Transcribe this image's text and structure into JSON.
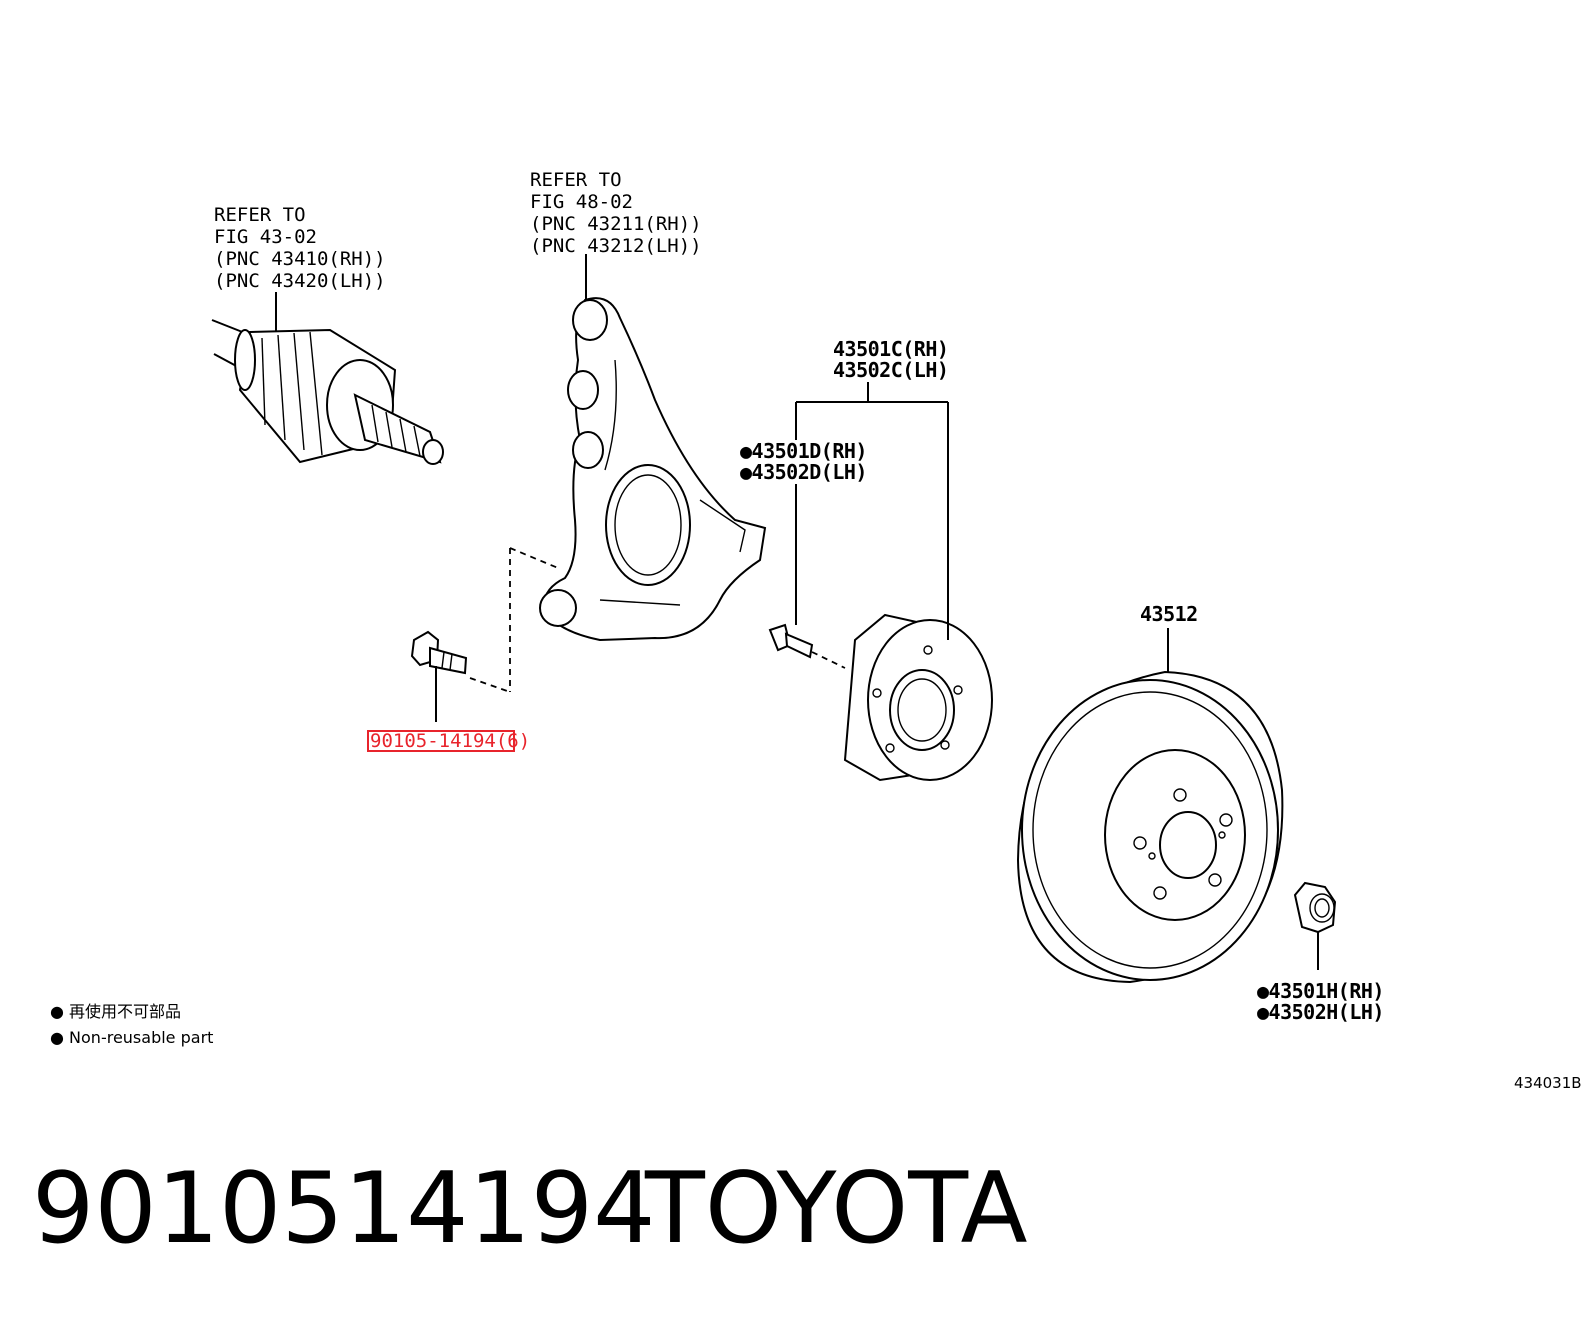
{
  "callouts": {
    "drive_shaft_ref": [
      "REFER TO",
      "FIG 43-02",
      "(PNC 43410(RH))",
      "(PNC 43420(LH))"
    ],
    "knuckle_ref": [
      "REFER TO",
      "FIG 48-02",
      "(PNC 43211(RH))",
      "(PNC 43212(LH))"
    ],
    "hub_assembly": [
      "43501C(RH)",
      "43502C(LH)"
    ],
    "hub_bolt": [
      "●43501D(RH)",
      "●43502D(LH)"
    ],
    "disc": "43512",
    "hub_nut": [
      "●43501H(RH)",
      "●43502H(LH)"
    ],
    "knuckle_bolt": "90105-14194(6)"
  },
  "legend": {
    "line1": "● 再使用不可部品",
    "line2": "● Non-reusable part"
  },
  "figure_id": "434031B",
  "footer": {
    "part_number": "9010514194",
    "brand": "TOYOTA"
  },
  "colors": {
    "highlight": "#e8242c",
    "ink": "#000000"
  }
}
